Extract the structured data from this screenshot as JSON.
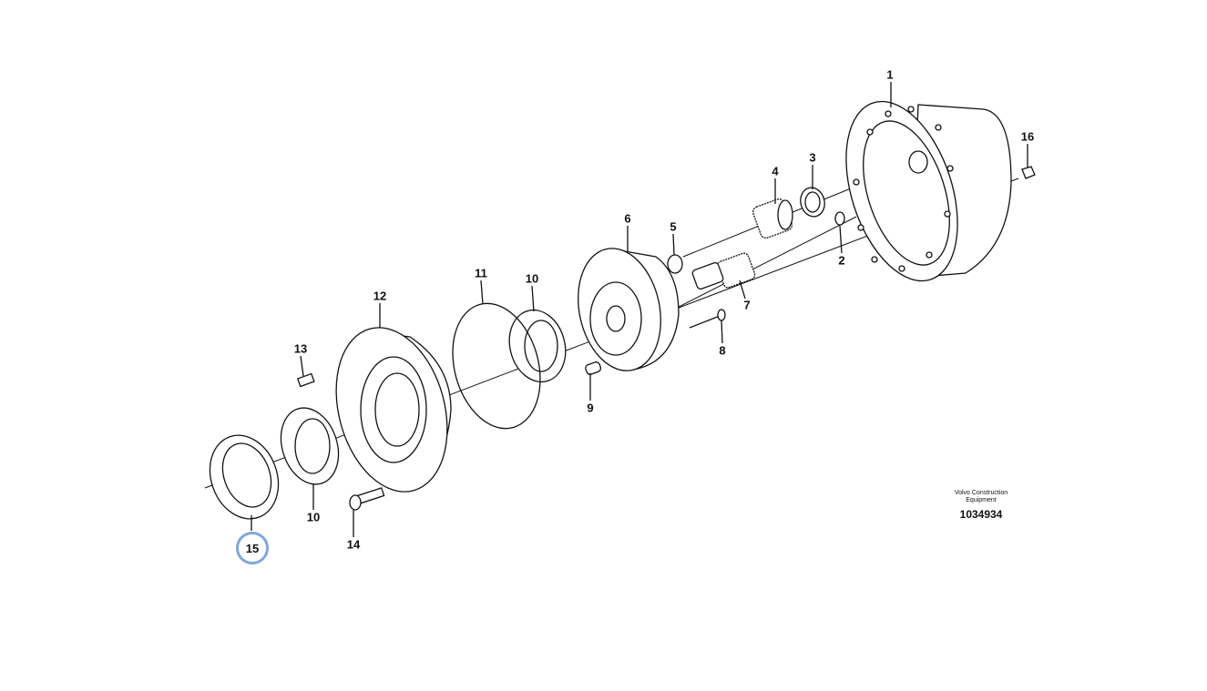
{
  "diagram": {
    "callouts": [
      {
        "id": "c1",
        "text": "1"
      },
      {
        "id": "c2",
        "text": "2"
      },
      {
        "id": "c3",
        "text": "3"
      },
      {
        "id": "c4",
        "text": "4"
      },
      {
        "id": "c5",
        "text": "5"
      },
      {
        "id": "c6",
        "text": "6"
      },
      {
        "id": "c7",
        "text": "7"
      },
      {
        "id": "c8",
        "text": "8"
      },
      {
        "id": "c9",
        "text": "9"
      },
      {
        "id": "c10a",
        "text": "10"
      },
      {
        "id": "c10b",
        "text": "10"
      },
      {
        "id": "c11",
        "text": "11"
      },
      {
        "id": "c12",
        "text": "12"
      },
      {
        "id": "c13",
        "text": "13"
      },
      {
        "id": "c14",
        "text": "14"
      },
      {
        "id": "c15",
        "text": "15"
      },
      {
        "id": "c16",
        "text": "16"
      }
    ],
    "highlighted": "15",
    "highlight_color": "#7fa8d8",
    "brand_line1": "Volvo Construction",
    "brand_line2": "Equipment",
    "drawing_number": "1034934"
  }
}
